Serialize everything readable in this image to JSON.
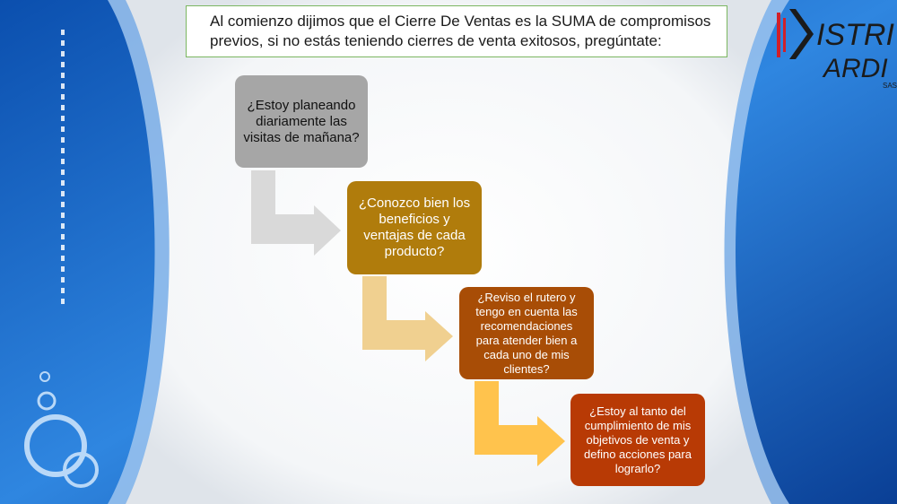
{
  "header": {
    "text": "Al comienzo dijimos que el Cierre De Ventas es la SUMA de compromisos previos, si no estás teniendo cierres de venta exitosos, pregúntate:"
  },
  "steps": [
    {
      "label": "¿Estoy planeando\ndiariamente las\nvisitas de mañana?"
    },
    {
      "label": "¿Conozco bien los\nbeneficios y\nventajas de cada\nproducto?"
    },
    {
      "label": "¿Reviso el rutero y\ntengo en cuenta las\nrecomendaciones\npara atender bien a\ncada uno de mis\nclientes?"
    },
    {
      "label": "¿Estoy al tanto del\ncumplimiento de mis\nobjetivos de venta y\ndefino acciones para\nlograrlo?"
    }
  ],
  "logo": {
    "line1": "ISTRI",
    "line2": "ARDI",
    "suffix": "SAS"
  },
  "colors": {
    "step1": "#a6a6a6",
    "step2": "#b07c0c",
    "step3": "#a84d06",
    "step4": "#b83a05",
    "arrow1": "#d9d9d9",
    "arrow2": "#f0d090",
    "arrow3": "#ffc34d",
    "background_blue": "#1a64c0"
  }
}
